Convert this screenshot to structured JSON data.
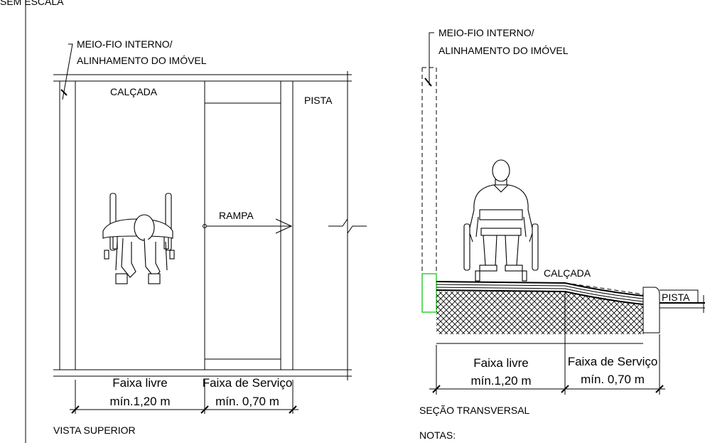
{
  "header": {
    "scale_note": "SEM ESCALA"
  },
  "top_view": {
    "callout": [
      "MEIO-FIO INTERNO/",
      "ALINHAMENTO DO IMÓVEL"
    ],
    "sidewalk_label": "CALÇADA",
    "road_label": "PISTA",
    "ramp_label": "RAMPA",
    "free_strip": [
      "Faixa livre",
      "mín.1,20 m"
    ],
    "service_strip": [
      "Faixa de Serviço",
      "mín. 0,70 m"
    ],
    "caption": "VISTA SUPERIOR"
  },
  "section": {
    "callout": [
      "MEIO-FIO INTERNO/",
      "ALINHAMENTO DO IMÓVEL"
    ],
    "sidewalk_label": "CALÇADA",
    "road_label": "PISTA",
    "free_strip": [
      "Faixa livre",
      "mín.1,20 m"
    ],
    "service_strip": [
      "Faixa de Serviço",
      "mín. 0,70 m"
    ],
    "caption": "SEÇÃO TRANSVERSAL"
  },
  "notes_label": "NOTAS:",
  "colors": {
    "line": "#000000",
    "curb_highlight": "#22cc22",
    "background": "#ffffff"
  }
}
